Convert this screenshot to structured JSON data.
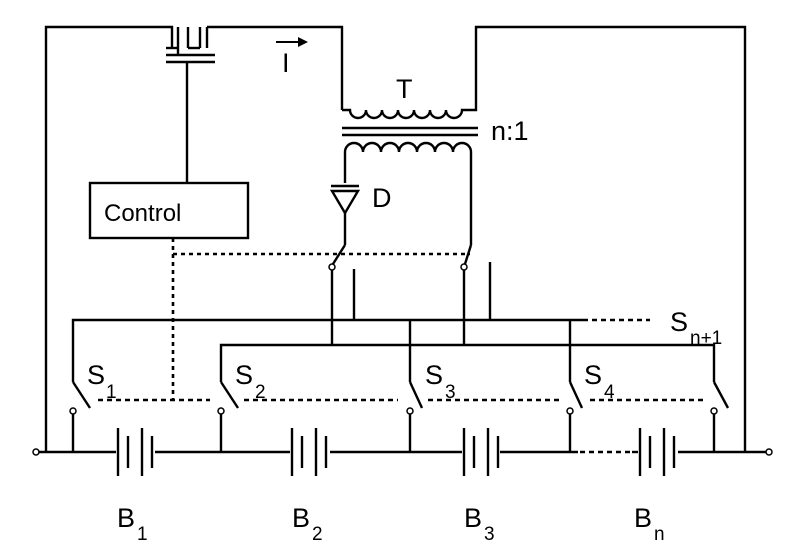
{
  "labels": {
    "current_symbol": "I",
    "transformer": "T",
    "turns_ratio": "n:1",
    "diode": "D",
    "control_box": "Control",
    "switches": [
      {
        "base": "S",
        "sub": "1"
      },
      {
        "base": "S",
        "sub": "2"
      },
      {
        "base": "S",
        "sub": "3"
      },
      {
        "base": "S",
        "sub": "4"
      },
      {
        "base": "S",
        "sub": "n+1"
      }
    ],
    "batteries": [
      {
        "base": "B",
        "sub": "1"
      },
      {
        "base": "B",
        "sub": "2"
      },
      {
        "base": "B",
        "sub": "3"
      },
      {
        "base": "B",
        "sub": "n"
      }
    ]
  }
}
